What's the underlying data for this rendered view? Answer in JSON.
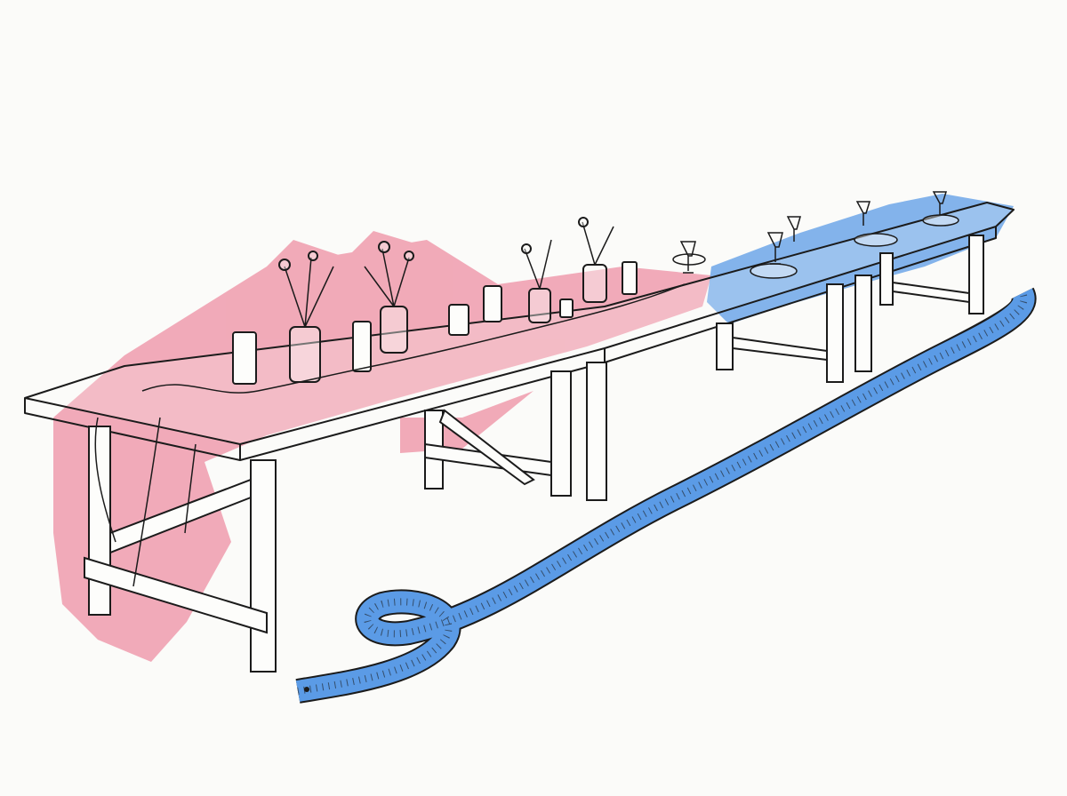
{
  "colors": {
    "background": "#fbfbf9",
    "ink": "#1b1b1b",
    "pink_wash": "#ee8fa3",
    "blue_wash": "#5b9be6",
    "wood": "#fdfdfb"
  },
  "icons": [
    "table-illustration",
    "tape-measure-illustration",
    "flower-vase-illustration",
    "candle-illustration",
    "wine-glass-illustration",
    "plate-illustration"
  ]
}
